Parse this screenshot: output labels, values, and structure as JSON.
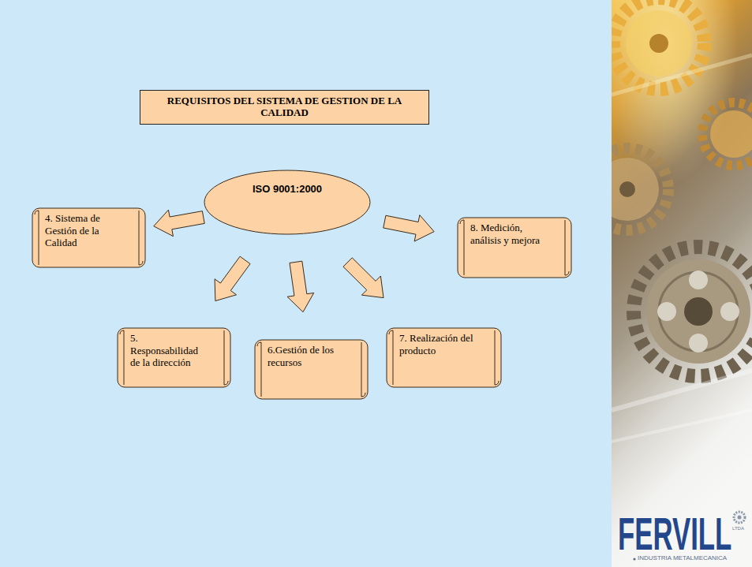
{
  "diagram": {
    "title": "REQUISITOS DEL SISTEMA DE GESTION DE LA CALIDAD",
    "nodes": [
      {
        "text": [
          "ISO 9001:2000"
        ]
      },
      {
        "text": [
          "4. Sistema de Gestión de la Calidad"
        ]
      },
      {
        "text": [
          "5. Responsabilidad de la dirección"
        ]
      },
      {
        "text": [
          "6.Gestión de los recursos"
        ]
      },
      {
        "text": [
          "7. Realización del producto"
        ]
      },
      {
        "text": [
          "8. Medición, análisis y mejora"
        ]
      }
    ],
    "edges": [
      {
        "from": 0,
        "to": 1,
        "arrow": "to"
      },
      {
        "from": 0,
        "to": 2,
        "arrow": "to"
      },
      {
        "from": 0,
        "to": 3,
        "arrow": "to"
      },
      {
        "from": 0,
        "to": 4,
        "arrow": "to"
      },
      {
        "from": 0,
        "to": 5,
        "arrow": "to"
      }
    ],
    "labels": [
      "FERVILL",
      "LTDA",
      "INDUSTRIA METALMECANICA"
    ]
  }
}
